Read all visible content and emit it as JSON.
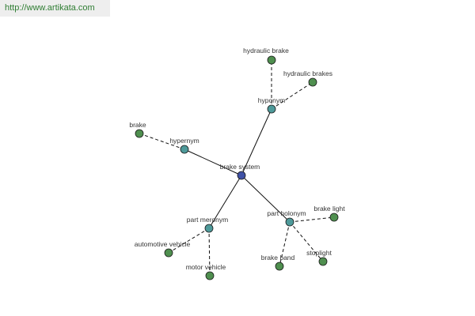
{
  "header": {
    "url": "http://www.artikata.com"
  },
  "colors": {
    "url_text": "#2e7d32",
    "url_bg": "#eeeeee",
    "center_node": "#3f51a5",
    "relation_node": "#4e9a9a",
    "term_node": "#4f8f4f",
    "edge": "#111111",
    "label": "#333333"
  },
  "graph": {
    "center": {
      "id": "brake-system",
      "label": "brake system"
    },
    "relations": [
      {
        "id": "hyponym",
        "label": "hyponym"
      },
      {
        "id": "hypernym",
        "label": "hypernym"
      },
      {
        "id": "part-meronym",
        "label": "part meronym"
      },
      {
        "id": "part-holonym",
        "label": "part holonym"
      }
    ],
    "terms": [
      {
        "id": "hydraulic-brake",
        "label": "hydraulic brake",
        "relation": "hyponym"
      },
      {
        "id": "hydraulic-brakes",
        "label": "hydraulic brakes",
        "relation": "hyponym"
      },
      {
        "id": "brake",
        "label": "brake",
        "relation": "hypernym"
      },
      {
        "id": "automotive-vehicle",
        "label": "automotive vehicle",
        "relation": "part-meronym"
      },
      {
        "id": "motor-vehicle",
        "label": "motor vehicle",
        "relation": "part-meronym"
      },
      {
        "id": "brake-light",
        "label": "brake light",
        "relation": "part-holonym"
      },
      {
        "id": "brake-band",
        "label": "brake band",
        "relation": "part-holonym"
      },
      {
        "id": "stoplight",
        "label": "stoplight",
        "relation": "part-holonym"
      }
    ]
  }
}
